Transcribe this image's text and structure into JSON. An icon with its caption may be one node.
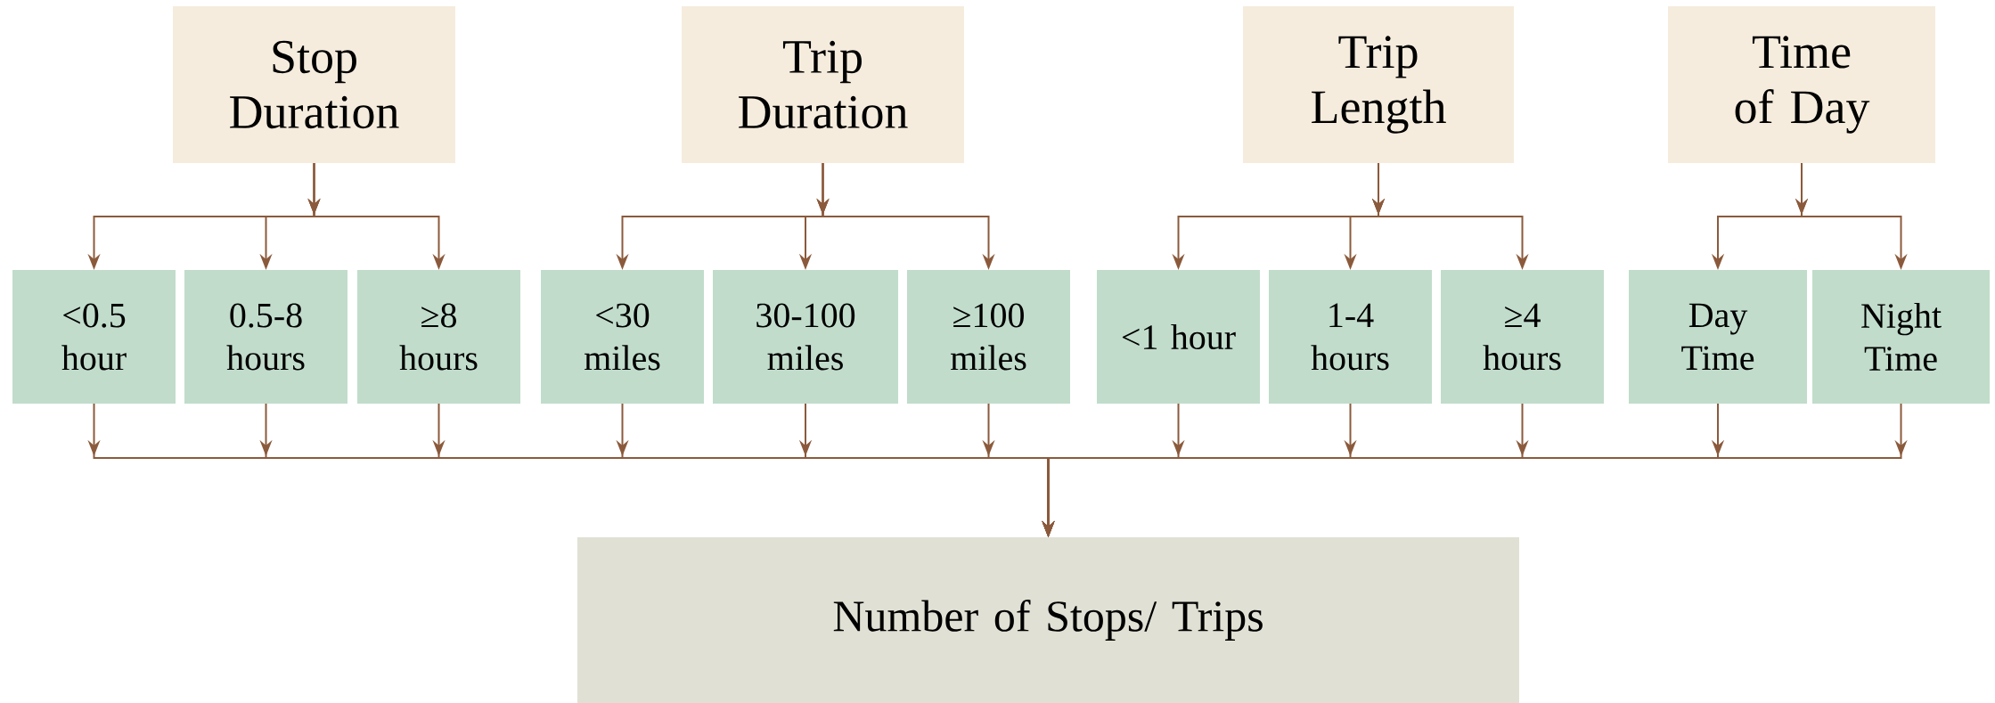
{
  "diagram": {
    "nodes": [
      {
        "text": [
          "Stop Duration"
        ]
      },
      {
        "text": [
          "<0.5 hour"
        ]
      },
      {
        "text": [
          "0.5-8 hours"
        ]
      },
      {
        "text": [
          "≥8 hours"
        ]
      },
      {
        "text": [
          "Trip Duration"
        ]
      },
      {
        "text": [
          "<30 miles"
        ]
      },
      {
        "text": [
          "30-100 miles"
        ]
      },
      {
        "text": [
          "≥100 miles"
        ]
      },
      {
        "text": [
          "Trip Length"
        ]
      },
      {
        "text": [
          "<1 hour"
        ]
      },
      {
        "text": [
          "1-4 hours"
        ]
      },
      {
        "text": [
          "≥4 hours"
        ]
      },
      {
        "text": [
          "Time of Day"
        ]
      },
      {
        "text": [
          "Day Time"
        ]
      },
      {
        "text": [
          "Night Time"
        ]
      },
      {
        "text": [
          "Number of Stops/ Trips"
        ]
      }
    ],
    "edges": [
      {
        "from": 0,
        "to": 1,
        "arrow": "to"
      },
      {
        "from": 0,
        "to": 2,
        "arrow": "to"
      },
      {
        "from": 0,
        "to": 3,
        "arrow": "to"
      },
      {
        "from": 4,
        "to": 5,
        "arrow": "to"
      },
      {
        "from": 4,
        "to": 6,
        "arrow": "to"
      },
      {
        "from": 4,
        "to": 7,
        "arrow": "to"
      },
      {
        "from": 8,
        "to": 9,
        "arrow": "to"
      },
      {
        "from": 8,
        "to": 10,
        "arrow": "to"
      },
      {
        "from": 8,
        "to": 11,
        "arrow": "to"
      },
      {
        "from": 12,
        "to": 13,
        "arrow": "to"
      },
      {
        "from": 12,
        "to": 14,
        "arrow": "to"
      },
      {
        "from": 1,
        "to": 15,
        "arrow": "to"
      },
      {
        "from": 2,
        "to": 15,
        "arrow": "to"
      },
      {
        "from": 3,
        "to": 15,
        "arrow": "to"
      },
      {
        "from": 5,
        "to": 15,
        "arrow": "to"
      },
      {
        "from": 6,
        "to": 15,
        "arrow": "to"
      },
      {
        "from": 7,
        "to": 15,
        "arrow": "to"
      },
      {
        "from": 9,
        "to": 15,
        "arrow": "to"
      },
      {
        "from": 10,
        "to": 15,
        "arrow": "to"
      },
      {
        "from": 11,
        "to": 15,
        "arrow": "to"
      },
      {
        "from": 13,
        "to": 15,
        "arrow": "to"
      },
      {
        "from": 14,
        "to": 15,
        "arrow": "to"
      }
    ]
  }
}
